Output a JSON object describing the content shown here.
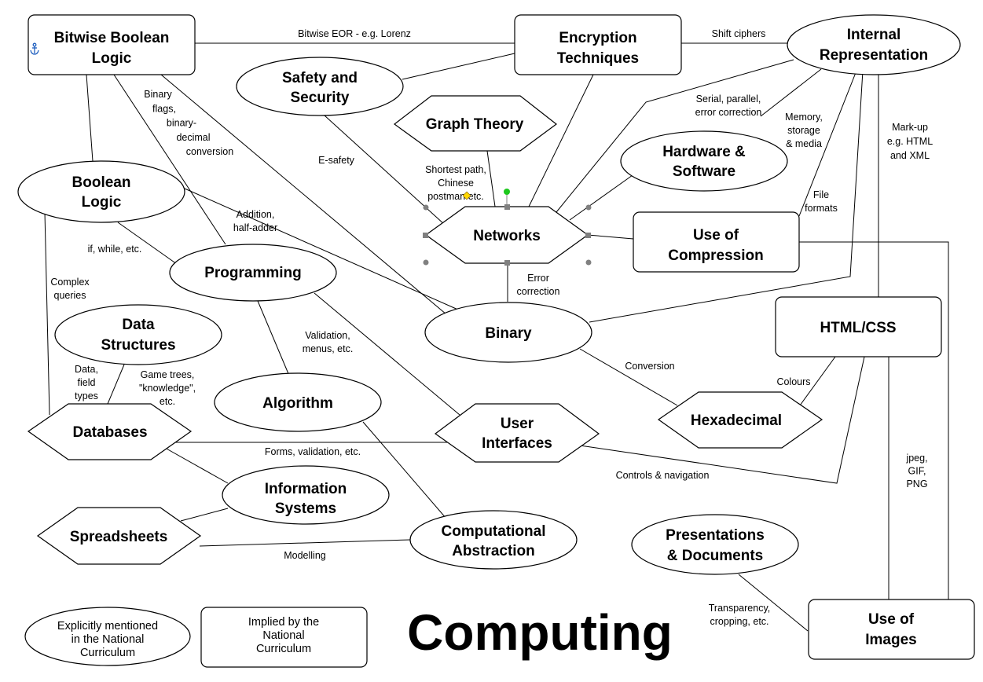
{
  "title": "Computing",
  "nodes": {
    "bitwise": [
      "Bitwise Boolean",
      "Logic"
    ],
    "encryption": [
      "Encryption",
      "Techniques"
    ],
    "internal": [
      "Internal",
      "Representation"
    ],
    "safety": [
      "Safety and",
      "Security"
    ],
    "graph": [
      "Graph Theory"
    ],
    "hardware": [
      "Hardware &",
      "Software"
    ],
    "boolean": [
      "Boolean",
      "Logic"
    ],
    "networks": [
      "Networks"
    ],
    "compression": [
      "Use of",
      "Compression"
    ],
    "programming": [
      "Programming"
    ],
    "binary": [
      "Binary"
    ],
    "htmlcss": [
      "HTML/CSS"
    ],
    "datastructures": [
      "Data",
      "Structures"
    ],
    "algorithm": [
      "Algorithm"
    ],
    "userinterfaces": [
      "User",
      "Interfaces"
    ],
    "hexadecimal": [
      "Hexadecimal"
    ],
    "databases": [
      "Databases"
    ],
    "infosystems": [
      "Information",
      "Systems"
    ],
    "spreadsheets": [
      "Spreadsheets"
    ],
    "computational": [
      "Computational",
      "Abstraction"
    ],
    "presentations": [
      "Presentations",
      "& Documents"
    ],
    "images": [
      "Use of",
      "Images"
    ]
  },
  "edge_labels": {
    "bitwise_eor": [
      "Bitwise EOR - e.g. Lorenz"
    ],
    "shift_ciphers": [
      "Shift ciphers"
    ],
    "binary_flags": [
      "Binary",
      "flags,",
      "binary-",
      "decimal",
      "conversion"
    ],
    "serial": [
      "Serial, parallel,",
      "error correction"
    ],
    "memory": [
      "Memory,",
      "storage",
      "& media"
    ],
    "markup": [
      "Mark-up",
      "e.g. HTML",
      "and XML"
    ],
    "esafety": [
      "E-safety"
    ],
    "shortest": [
      "Shortest path,",
      "Chinese",
      "postman etc."
    ],
    "file_formats": [
      "File",
      "formats"
    ],
    "addition": [
      "Addition,",
      "half-adder"
    ],
    "ifwhile": [
      "if, while, etc."
    ],
    "complex": [
      "Complex",
      "queries"
    ],
    "error_correction": [
      "Error",
      "correction"
    ],
    "validation": [
      "Validation,",
      "menus, etc."
    ],
    "conversion": [
      "Conversion"
    ],
    "colours": [
      "Colours"
    ],
    "data_field": [
      "Data,",
      "field",
      "types"
    ],
    "game_trees": [
      "Game trees,",
      "\"knowledge\",",
      "etc."
    ],
    "forms": [
      "Forms, validation, etc."
    ],
    "controls": [
      "Controls & navigation"
    ],
    "jpeg": [
      "jpeg,",
      "GIF,",
      "PNG"
    ],
    "modelling": [
      "Modelling"
    ],
    "transparency": [
      "Transparency,",
      "cropping, etc."
    ]
  },
  "legend": {
    "explicit": [
      "Explicitly mentioned",
      "in the National",
      "Curriculum"
    ],
    "implied": [
      "Implied by the",
      "National",
      "Curriculum"
    ]
  },
  "colors": {
    "selection_handle": "#808080",
    "rotate_handle": "#1ec81e",
    "adjust_handle": "#ffd700",
    "anchor": "#1f5fbf"
  },
  "icons": {
    "anchor": "anchor-icon"
  }
}
